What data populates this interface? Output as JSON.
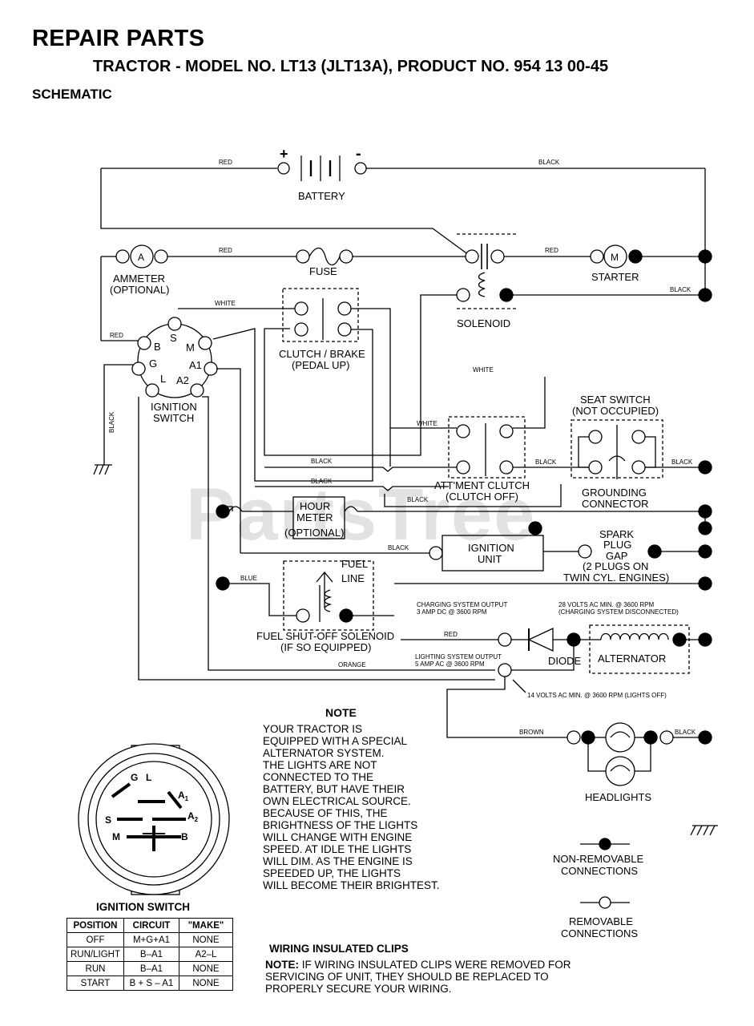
{
  "header": {
    "title": "REPAIR PARTS",
    "subtitle": "TRACTOR - MODEL NO. LT13 (JLT13A), PRODUCT NO. 954 13 00-45",
    "section": "SCHEMATIC"
  },
  "watermark": "PartsTree",
  "components": {
    "battery": "BATTERY",
    "battery_plus": "+",
    "battery_minus": "-",
    "ammeter_symbol": "A",
    "ammeter_l1": "AMMETER",
    "ammeter_l2": "(OPTIONAL)",
    "fuse": "FUSE",
    "solenoid": "SOLENOID",
    "starter_symbol": "M",
    "starter": "STARTER",
    "clutch_l1": "CLUTCH / BRAKE",
    "clutch_l2": "(PEDAL UP)",
    "ignition_l1": "IGNITION",
    "ignition_l2": "SWITCH",
    "ign_b": "B",
    "ign_s": "S",
    "ign_m": "M",
    "ign_g": "G",
    "ign_a1": "A1",
    "ign_l": "L",
    "ign_a2": "A2",
    "seat_l1": "SEAT SWITCH",
    "seat_l2": "(NOT OCCUPIED)",
    "grounding_l1": "GROUNDING",
    "grounding_l2": "CONNECTOR",
    "attclutch_l1": "ATT'MENT CLUTCH",
    "attclutch_l2": "(CLUTCH OFF)",
    "hour_l1": "HOUR",
    "hour_l2": "METER",
    "hour_l3": "(OPTIONAL)",
    "ignunit_l1": "IGNITION",
    "ignunit_l2": "UNIT",
    "spark_l1": "SPARK",
    "spark_l2": "PLUG",
    "spark_l3": "GAP",
    "spark_l4": "(2 PLUGS ON",
    "spark_l5": "TWIN CYL. ENGINES)",
    "fuelline_l1": "FUEL",
    "fuelline_l2": "LINE",
    "fuelsol_l1": "FUEL SHUT-OFF SOLENOID",
    "fuelsol_l2": "(IF SO EQUIPPED)",
    "charge_l1": "CHARGING SYSTEM OUTPUT",
    "charge_l2": "3 AMP DC @ 3600 RPM",
    "volts28_l1": "28 VOLTS AC MIN. @ 3600 RPM",
    "volts28_l2": "(CHARGING SYSTEM DISCONNECTED)",
    "light_l1": "LIGHTING SYSTEM OUTPUT",
    "light_l2": "5 AMP AC @ 3600 RPM",
    "volts14": "14 VOLTS AC MIN. @ 3600 RPM (LIGHTS OFF)",
    "diode": "DIODE",
    "alternator": "ALTERNATOR",
    "headlights": "HEADLIGHTS",
    "nonremovable_l1": "NON-REMOVABLE",
    "nonremovable_l2": "CONNECTIONS",
    "removable_l1": "REMOVABLE",
    "removable_l2": "CONNECTIONS"
  },
  "wires": {
    "red": "RED",
    "black": "BLACK",
    "white": "WHITE",
    "blue": "BLUE",
    "orange": "ORANGE",
    "brown": "BROWN"
  },
  "note": {
    "title": "NOTE",
    "lines": [
      "YOUR TRACTOR IS",
      "EQUIPPED WITH A SPECIAL",
      "ALTERNATOR SYSTEM.",
      "THE LIGHTS ARE NOT",
      "CONNECTED TO THE",
      "BATTERY, BUT HAVE THEIR",
      "OWN ELECTRICAL SOURCE.",
      "BECAUSE OF THIS, THE",
      "BRIGHTNESS OF THE LIGHTS",
      "WILL CHANGE WITH ENGINE",
      "SPEED.  AT IDLE THE LIGHTS",
      "WILL DIM.  AS THE ENGINE IS",
      "SPEEDED UP, THE LIGHTS",
      "WILL BECOME THEIR BRIGHTEST."
    ]
  },
  "ignition_switch_detail": {
    "caption": "IGNITION SWITCH",
    "g": "G",
    "l": "L",
    "a1": "A",
    "a1_sub": "1",
    "a2": "A",
    "a2_sub": "2",
    "s": "S",
    "m": "M",
    "b": "B"
  },
  "ignition_table": {
    "headers": [
      "POSITION",
      "CIRCUIT",
      "\"MAKE\""
    ],
    "rows": [
      [
        "OFF",
        "M+G+A1",
        "NONE"
      ],
      [
        "RUN/LIGHT",
        "B–A1",
        "A2–L"
      ],
      [
        "RUN",
        "B–A1",
        "NONE"
      ],
      [
        "START",
        "B + S – A1",
        "NONE"
      ]
    ]
  },
  "clips": {
    "title": "WIRING INSULATED CLIPS",
    "note_label": "NOTE:",
    "line1_rest": " IF WIRING INSULATED CLIPS WERE REMOVED FOR",
    "line2": "SERVICING OF UNIT, THEY SHOULD BE REPLACED TO",
    "line3": "PROPERLY SECURE YOUR WIRING."
  }
}
